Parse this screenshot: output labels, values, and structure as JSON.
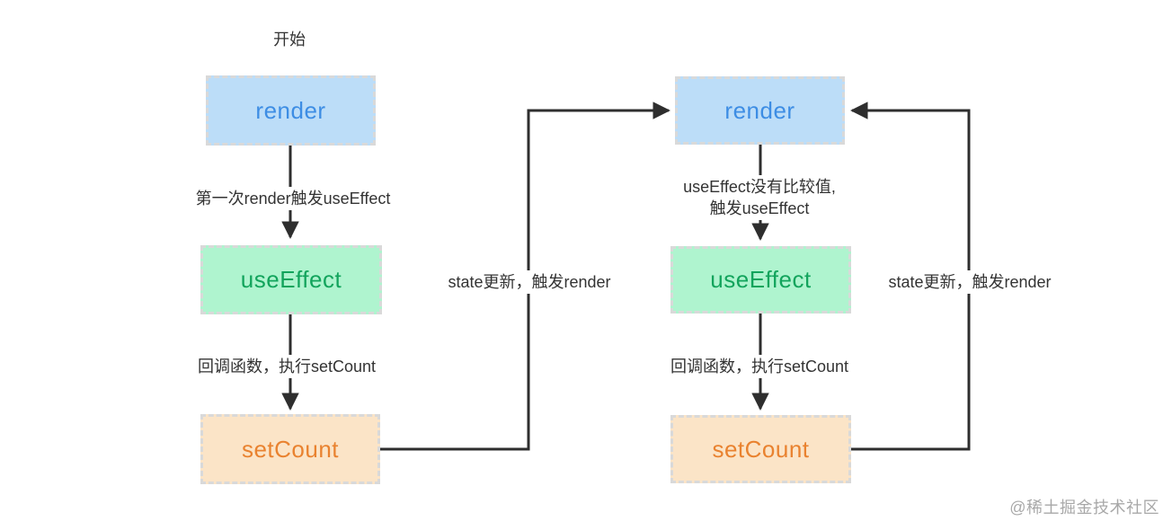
{
  "colors": {
    "node_blue_bg": "#bcddf8",
    "node_blue_text": "#3d8de4",
    "node_green_bg": "#aff4cf",
    "node_green_text": "#12a45c",
    "node_orange_bg": "#fbe4c7",
    "node_orange_text": "#e9822f",
    "border": "#d9d9d9",
    "arrow": "#2e2e2e",
    "label": "#333333",
    "watermark": "#9a9a9a"
  },
  "diagram": {
    "start_label": "开始",
    "left_flow": {
      "render_label": "render",
      "useeffect_label": "useEffect",
      "setcount_label": "setCount",
      "edge_render_to_useeffect": "第一次render触发useEffect",
      "edge_useeffect_to_setcount": "回调函数，执行setCount",
      "edge_setcount_to_render": "state更新，触发render"
    },
    "right_flow": {
      "render_label": "render",
      "useeffect_label": "useEffect",
      "setcount_label": "setCount",
      "edge_render_to_useeffect_line1": "useEffect没有比较值,",
      "edge_render_to_useeffect_line2": "触发useEffect",
      "edge_useeffect_to_setcount": "回调函数，执行setCount",
      "edge_setcount_to_render": "state更新，触发render"
    },
    "watermark": "@稀土掘金技术社区"
  }
}
